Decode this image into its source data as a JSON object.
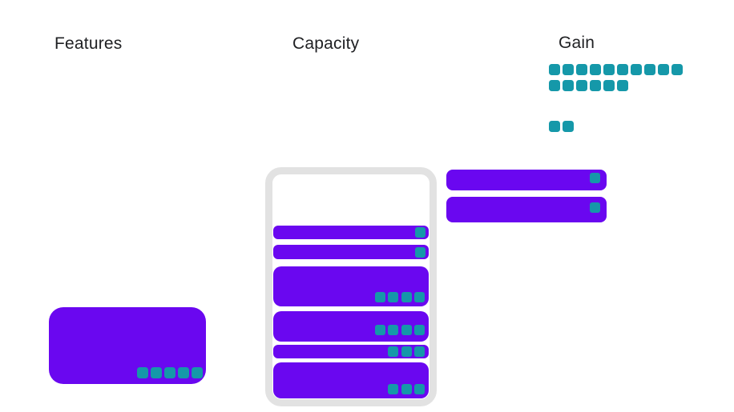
{
  "colors": {
    "purple": "#6A07F0",
    "teal": "#1598A9",
    "border": "#E2E2E2",
    "text": "#202124",
    "background": "#FFFFFF"
  },
  "labels": {
    "features": "Features",
    "capacity": "Capacity",
    "gain": "Gain"
  },
  "gain": {
    "chip_rows": [
      10,
      6,
      2
    ],
    "bars": [
      {
        "chips": 1
      },
      {
        "chips": 1
      }
    ]
  },
  "capacity": {
    "bars": [
      {
        "size": "thin",
        "chips": 1
      },
      {
        "size": "thin",
        "chips": 1
      },
      {
        "size": "tall",
        "chips": 4
      },
      {
        "size": "medium",
        "chips": 4
      },
      {
        "size": "thin",
        "chips": 3
      },
      {
        "size": "tall",
        "chips": 3
      }
    ]
  },
  "features": {
    "block_chips": 5
  }
}
